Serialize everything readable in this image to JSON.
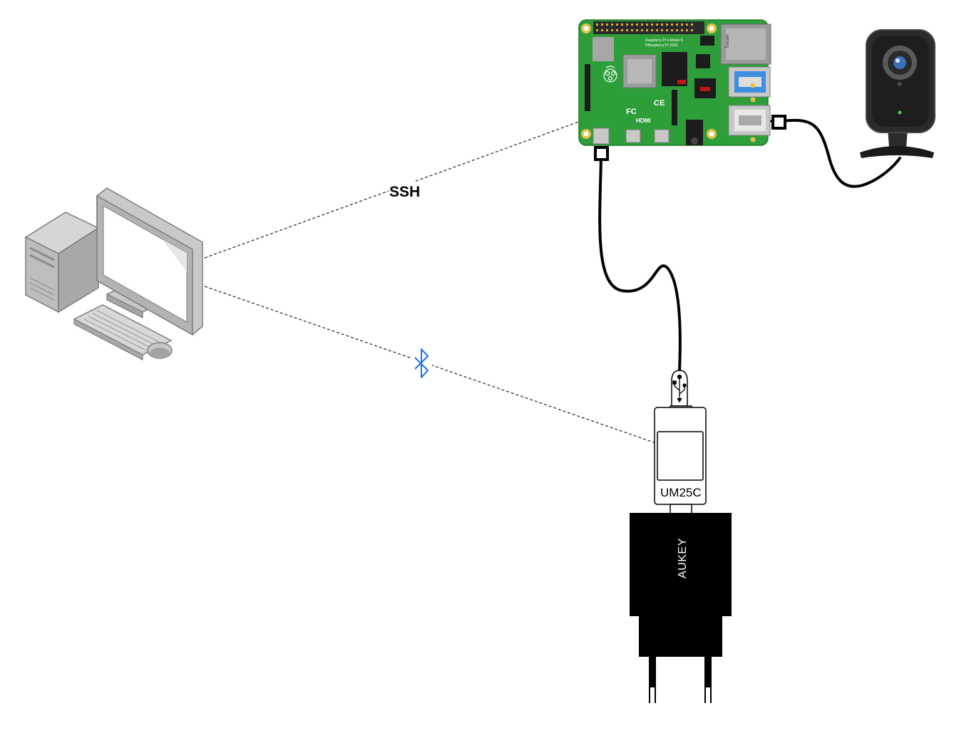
{
  "labels": {
    "ssh": "SSH",
    "meter": "UM25C",
    "charger": "AUKEY"
  },
  "board_text": {
    "model": "Raspberry Pi 4 Model B",
    "copyright": "©Raspberry Pi 2018",
    "hdmi": "HDMI",
    "chip_brand": "Trxcom"
  },
  "icons": {
    "computer": "desktop-computer-icon",
    "board": "raspberry-pi-board-icon",
    "camera": "webcam-icon",
    "usb": "usb-icon",
    "bluetooth": "bluetooth-icon",
    "meter": "usb-meter-icon",
    "charger": "power-adapter-icon"
  },
  "colors": {
    "board_green": "#2e9e3a",
    "bluetooth_blue": "#1a73e8",
    "charger_black": "#000000"
  }
}
